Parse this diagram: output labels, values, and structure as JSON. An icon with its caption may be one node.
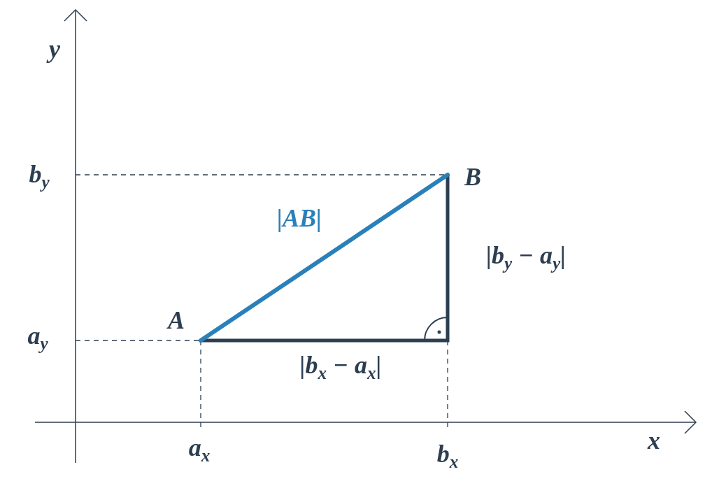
{
  "diagram": {
    "labels": [
      "y",
      "b$_{y}$",
      "B",
      "|AB|",
      "|b$_{y}$ − a$_{y}$|",
      "A",
      "a$_{y}$",
      "|b$_{x}$ − a$_{x}$|",
      "a$_{x}$",
      "b$_{x}$",
      "x"
    ]
  }
}
